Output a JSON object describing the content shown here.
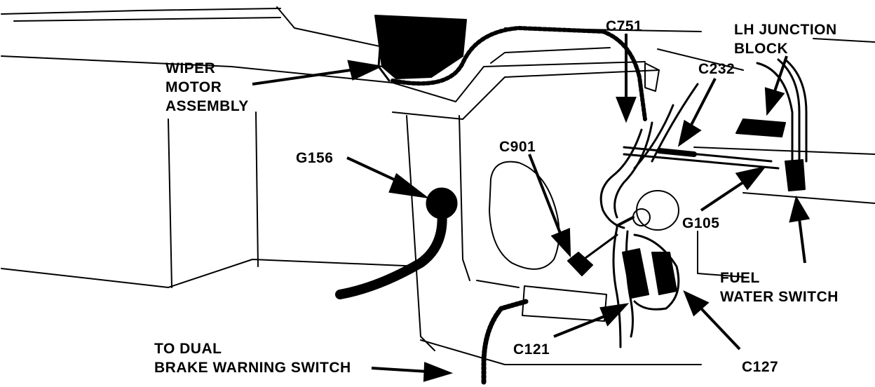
{
  "diagram": {
    "labels": {
      "wiper": [
        "WIPER",
        "MOTOR",
        "ASSEMBLY"
      ],
      "g156": "G156",
      "c751": "C751",
      "lh_junction": [
        "LH JUNCTION",
        "BLOCK"
      ],
      "c232": "C232",
      "c901": "C901",
      "g105": "G105",
      "fuel_water": [
        "FUEL",
        "WATER SWITCH"
      ],
      "brake": [
        "TO DUAL",
        "BRAKE WARNING SWITCH"
      ],
      "c121": "C121",
      "c127": "C127"
    },
    "ink_color": "#000000",
    "paper_color": "#ffffff"
  }
}
